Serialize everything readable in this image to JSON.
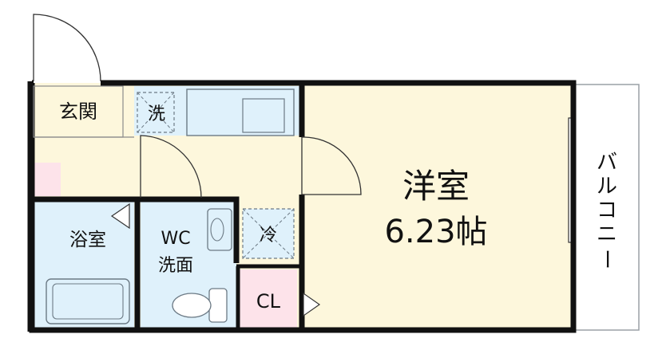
{
  "rooms": {
    "entrance": "玄関",
    "washer": "洗",
    "bath": "浴室",
    "wc_line1": "WC",
    "wc_line2": "洗面",
    "fridge": "冷",
    "closet": "CL",
    "western_room": "洋室",
    "western_room_size": "6.23帖",
    "balcony_chars": [
      "バ",
      "ル",
      "コ",
      "ニ",
      "ー"
    ]
  },
  "colors": {
    "wall": "#111111",
    "floor": "#fdf7dc",
    "wet_area": "#dff1fb",
    "pink_area": "#fde3ea",
    "fixture_stroke": "#6c7a85"
  }
}
